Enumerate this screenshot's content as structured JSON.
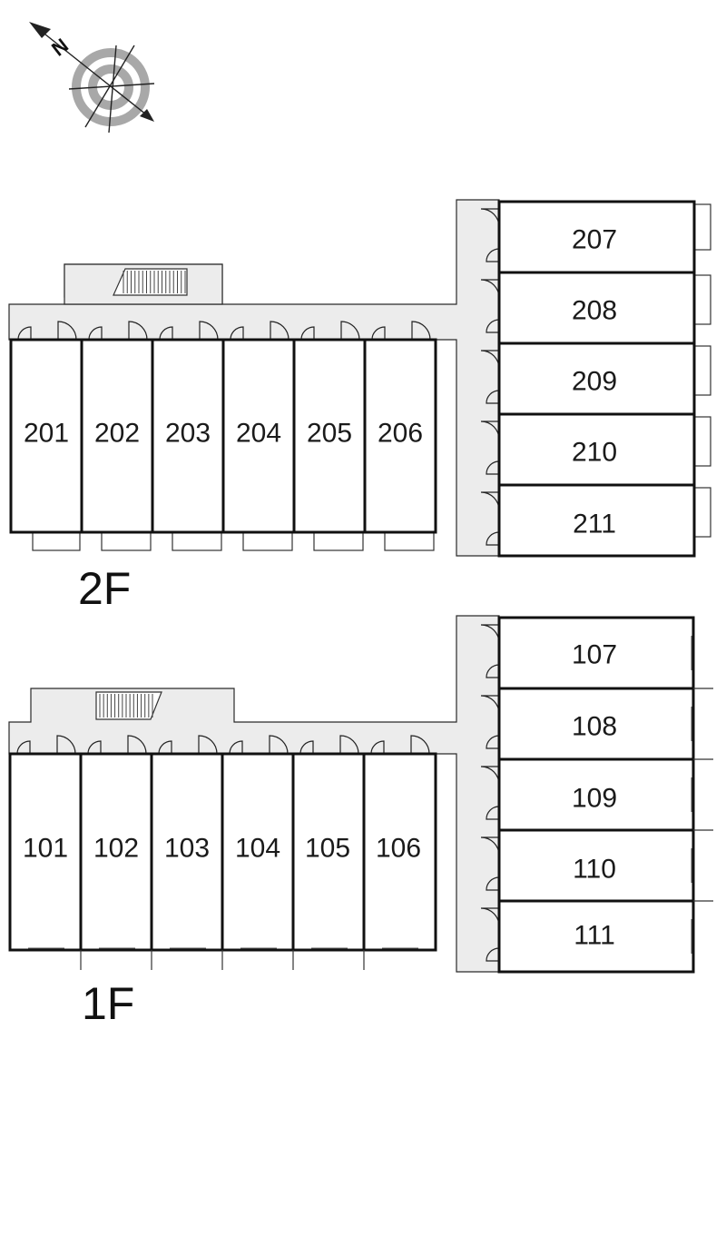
{
  "compass": {
    "label": "N",
    "icon": "north-arrow-icon"
  },
  "floors": [
    {
      "label": "2F",
      "units": [
        "201",
        "202",
        "203",
        "204",
        "205",
        "206",
        "207",
        "208",
        "209",
        "210",
        "211"
      ]
    },
    {
      "label": "1F",
      "units": [
        "101",
        "102",
        "103",
        "104",
        "105",
        "106",
        "107",
        "108",
        "109",
        "110",
        "111"
      ]
    }
  ],
  "colors": {
    "corridor": "#ececec",
    "wall": "#111111",
    "compass_ring": "#a8a8a8"
  }
}
